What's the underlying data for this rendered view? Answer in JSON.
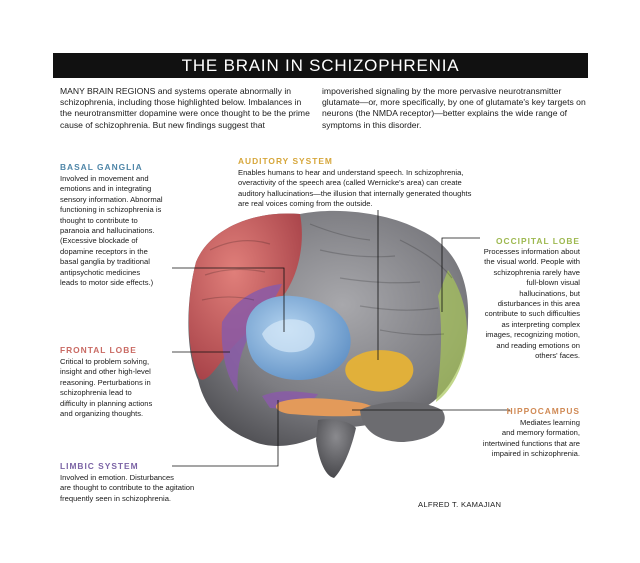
{
  "title": "THE BRAIN IN SCHIZOPHRENIA",
  "intro": {
    "left": "MANY BRAIN REGIONS and systems operate abnormally in schizophrenia, including those highlighted below. Imbalances in the neurotransmitter dopamine were once thought to be the prime cause of schizophrenia. But new findings suggest that",
    "right": "impoverished signaling by the more pervasive neurotransmitter glutamate—or, more specifically, by one of glutamate's key targets on neurons (the NMDA receptor)—better explains the wide range of symptoms in this disorder."
  },
  "regions": {
    "basal_ganglia": {
      "label": "BASAL GANGLIA",
      "color": "#4f86a8",
      "lines": [
        "Involved in movement and",
        "emotions and in integrating",
        "sensory information. Abnormal",
        "functioning in schizophrenia is",
        "thought to contribute to",
        "paranoia and hallucinations.",
        "(Excessive blockade of",
        "dopamine receptors in the",
        "basal ganglia by traditional",
        "antipsychotic medicines",
        "leads to motor side effects.)"
      ]
    },
    "auditory_system": {
      "label": "AUDITORY SYSTEM",
      "color": "#d6a63a",
      "lines": [
        "Enables humans to hear and understand speech. In schizophrenia,",
        "overactivity of the speech area (called Wernicke's area) can create",
        "auditory hallucinations—the illusion that internally generated thoughts",
        "are real voices coming from the outside."
      ]
    },
    "occipital_lobe": {
      "label": "OCCIPITAL LOBE",
      "color": "#9db84f",
      "lines": [
        "Processes information about",
        "the visual world. People with",
        "schizophrenia rarely have",
        "full-blown visual",
        "hallucinations, but",
        "disturbances in this area",
        "contribute to such difficulties",
        "as interpreting complex",
        "images, recognizing motion,",
        "and reading emotions on",
        "others' faces."
      ]
    },
    "frontal_lobe": {
      "label": "FRONTAL LOBE",
      "color": "#c96a63",
      "lines": [
        "Critical to problem solving,",
        "insight and other high-level",
        "reasoning. Perturbations in",
        "schizophrenia lead to",
        "difficulty in planning actions",
        "and organizing thoughts."
      ]
    },
    "hippocampus": {
      "label": "HIPPOCAMPUS",
      "color": "#d08a55",
      "lines": [
        "Mediates learning",
        "and memory formation,",
        "intertwined functions that are",
        "impaired in schizophrenia."
      ]
    },
    "limbic_system": {
      "label": "LIMBIC SYSTEM",
      "color": "#7b63a5",
      "lines": [
        "Involved in emotion. Disturbances",
        "are thought to contribute to the agitation",
        "frequently seen in schizophrenia."
      ]
    }
  },
  "credit": "ALFRED T. KAMAJIAN"
}
